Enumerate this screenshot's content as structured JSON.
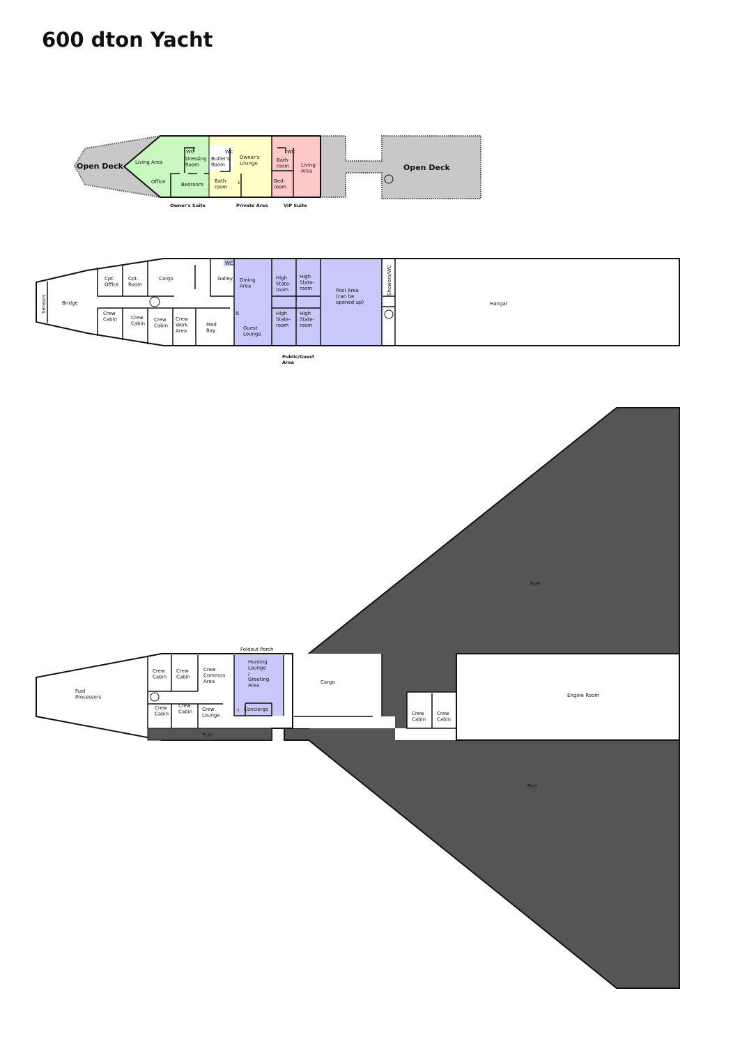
{
  "title": "600 dton Yacht",
  "colors": {
    "owners_suite": "#c8f7c0",
    "private_area": "#ffffc6",
    "vip_suite": "#ffc8c8",
    "public_area": "#c8c8fa",
    "open_deck": "#c8c8c8",
    "fuel": "#555555"
  },
  "upper_deck": {
    "open_deck_fore": "Open Deck",
    "open_deck_aft": "Open Deck",
    "rooms": {
      "living_area": "Living Area",
      "office": "Office",
      "wc1": "WC",
      "dressing_room": "Dressing Room",
      "bedroom": "Bedroom",
      "wc2": "WC",
      "butlers_room": "Butler's Room",
      "bathroom1": "Bath-room",
      "owners_lounge": "Owner's Lounge",
      "wc3": "WC",
      "vip_bathroom": "Bath-room",
      "vip_bedroom": "Bed-room",
      "vip_living_area": "Living Area"
    },
    "sections": {
      "owners_suite": "Owner's Suite",
      "private_area": "Private Area",
      "vip_suite": "VIP Suite"
    }
  },
  "main_deck": {
    "rooms": {
      "sensors": "Sensors",
      "bridge": "Bridge",
      "cpt_office": "Cpt. Office",
      "cpt_room": "Cpt. Room",
      "cargo": "Cargo",
      "galley": "Galley",
      "wc": "WC",
      "crew_cabin1": "Crew Cabin",
      "crew_cabin2": "Crew Cabin",
      "crew_cabin3": "Crew Cabin",
      "crew_work_area": "Crew Work Area",
      "med_bay": "Med Bay",
      "dining_area": "Dining Area",
      "guest_lounge": "Guest Lounge",
      "stateroom1": "High State-room",
      "stateroom2": "High State-room",
      "stateroom3": "High State-room",
      "stateroom4": "High State-room",
      "pool_area": "Pool Area (can be opened up)",
      "showers_wc": "Showers/WC",
      "hangar": "Hangar"
    },
    "sections": {
      "public_area": "Public/Guest Area"
    }
  },
  "lower_deck": {
    "rooms": {
      "fuel_processors": "Fuel Processors",
      "crew_cabin1": "Crew Cabin",
      "crew_cabin2": "Crew Cabin",
      "crew_common_area": "Crew Common Area",
      "crew_cabin3": "Crew Cabin",
      "crew_cabin4": "Crew Cabin",
      "crew_lounge": "Crew Lounge",
      "foldout_porch": "Foldout Porch",
      "hunting_lounge": "Hunting Lounge / Greeting Area",
      "concierge": "Concierge",
      "cargo": "Cargo",
      "crew_cabin5": "Crew Cabin",
      "crew_cabin6": "Crew Cabin",
      "engine_room": "Engine Room",
      "fuel_strip": "Fuel",
      "fuel_upper": "Fuel",
      "fuel_lower": "Fuel"
    }
  }
}
